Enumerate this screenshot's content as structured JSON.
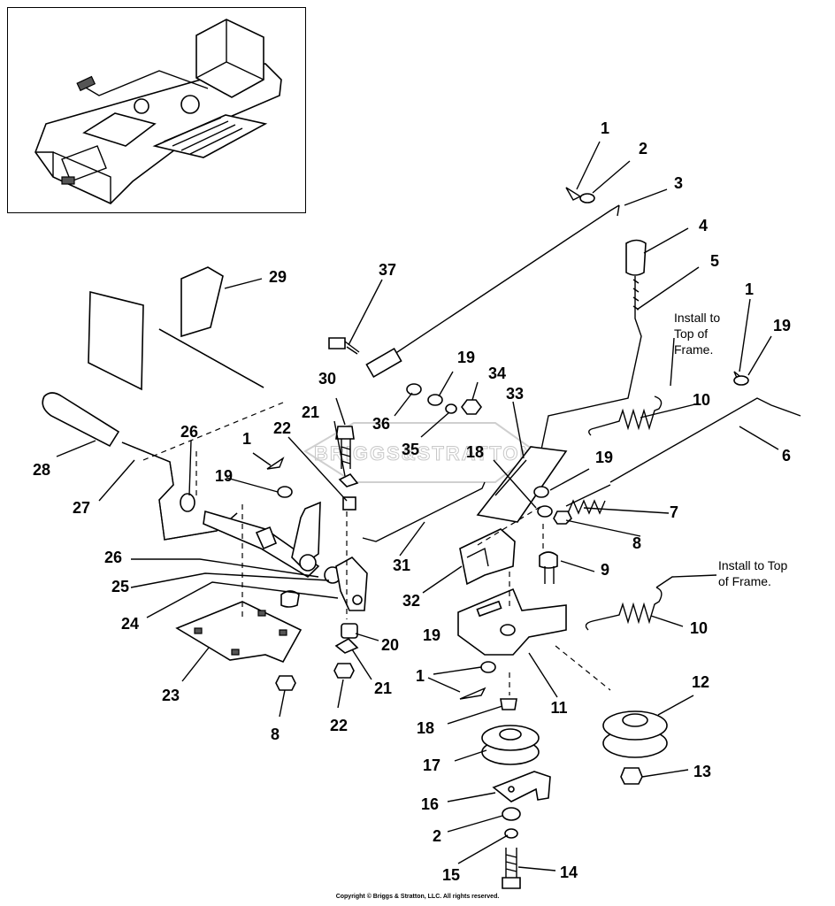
{
  "diagram": {
    "callouts": [
      {
        "id": "c1a",
        "label": "1"
      },
      {
        "id": "c2a",
        "label": "2"
      },
      {
        "id": "c3",
        "label": "3"
      },
      {
        "id": "c4",
        "label": "4"
      },
      {
        "id": "c5",
        "label": "5"
      },
      {
        "id": "c1b",
        "label": "1"
      },
      {
        "id": "c19a",
        "label": "19"
      },
      {
        "id": "c29",
        "label": "29"
      },
      {
        "id": "c37",
        "label": "37"
      },
      {
        "id": "c19b",
        "label": "19"
      },
      {
        "id": "c34",
        "label": "34"
      },
      {
        "id": "c30",
        "label": "30"
      },
      {
        "id": "c36",
        "label": "36"
      },
      {
        "id": "c33",
        "label": "33"
      },
      {
        "id": "c10a",
        "label": "10"
      },
      {
        "id": "c21a",
        "label": "21"
      },
      {
        "id": "c22a",
        "label": "22"
      },
      {
        "id": "c35",
        "label": "35"
      },
      {
        "id": "c6",
        "label": "6"
      },
      {
        "id": "c28",
        "label": "28"
      },
      {
        "id": "c26a",
        "label": "26"
      },
      {
        "id": "c1c",
        "label": "1"
      },
      {
        "id": "c18a",
        "label": "18"
      },
      {
        "id": "c19c",
        "label": "19"
      },
      {
        "id": "c19d",
        "label": "19"
      },
      {
        "id": "c7",
        "label": "7"
      },
      {
        "id": "c27",
        "label": "27"
      },
      {
        "id": "c8a",
        "label": "8"
      },
      {
        "id": "c31",
        "label": "31"
      },
      {
        "id": "c26b",
        "label": "26"
      },
      {
        "id": "c9",
        "label": "9"
      },
      {
        "id": "c25",
        "label": "25"
      },
      {
        "id": "c32",
        "label": "32"
      },
      {
        "id": "c24",
        "label": "24"
      },
      {
        "id": "c10b",
        "label": "10"
      },
      {
        "id": "c20",
        "label": "20"
      },
      {
        "id": "c19e",
        "label": "19"
      },
      {
        "id": "c23",
        "label": "23"
      },
      {
        "id": "c21b",
        "label": "21"
      },
      {
        "id": "c1d",
        "label": "1"
      },
      {
        "id": "c11",
        "label": "11"
      },
      {
        "id": "c12",
        "label": "12"
      },
      {
        "id": "c8b",
        "label": "8"
      },
      {
        "id": "c22b",
        "label": "22"
      },
      {
        "id": "c18b",
        "label": "18"
      },
      {
        "id": "c17",
        "label": "17"
      },
      {
        "id": "c13",
        "label": "13"
      },
      {
        "id": "c16",
        "label": "16"
      },
      {
        "id": "c2b",
        "label": "2"
      },
      {
        "id": "c15",
        "label": "15"
      },
      {
        "id": "c14",
        "label": "14"
      }
    ],
    "notes": {
      "install_top_frame_a": [
        "Install to",
        "Top of",
        "Frame."
      ],
      "install_top_frame_b": [
        "Install to Top",
        "of Frame."
      ]
    },
    "watermark": "BRIGGS&STRATTON",
    "copyright": "Copyright © Briggs & Stratton, LLC. All rights reserved."
  }
}
